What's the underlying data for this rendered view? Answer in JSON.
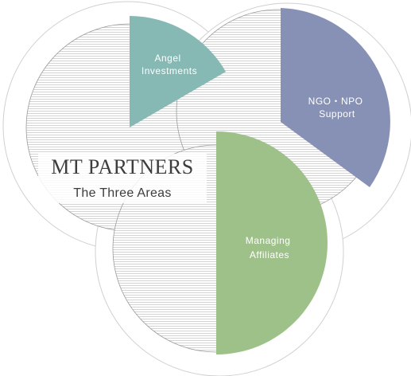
{
  "brand": "MT PARTNERS",
  "subtitle": "The Three Areas",
  "areas": {
    "angel": {
      "line1": "Angel",
      "line2": "Investments",
      "color": "#86b8b4"
    },
    "ngo": {
      "line1": "NGO・NPO",
      "line2": "Support",
      "color": "#8791b6"
    },
    "affiliates": {
      "line1": "Managing",
      "line2": "Affiliates",
      "color": "#9ec18a"
    }
  }
}
